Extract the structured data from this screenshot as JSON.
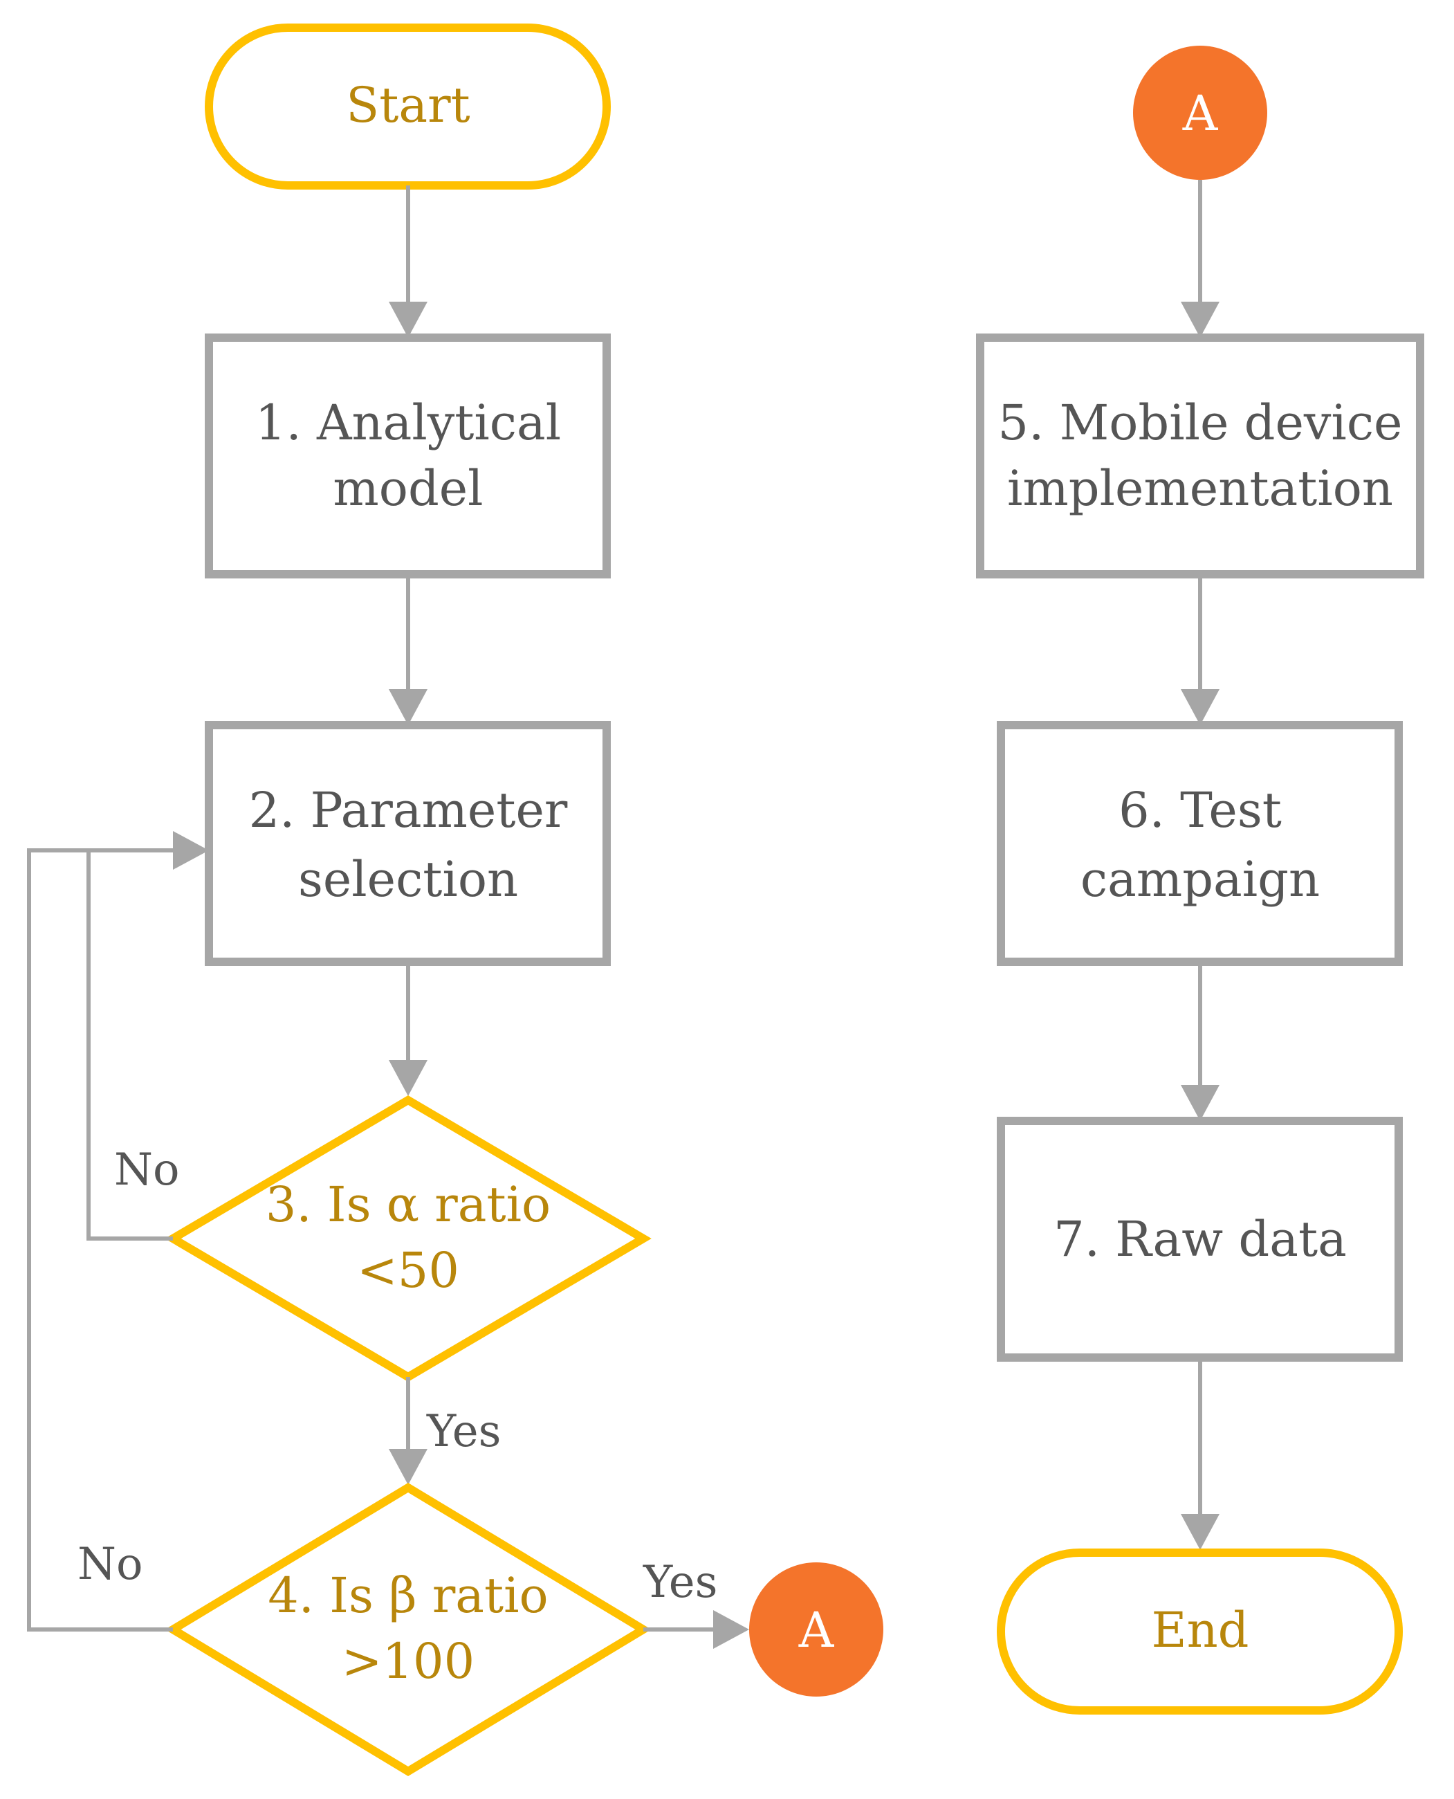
{
  "left_column": {
    "start": "Start",
    "step1": {
      "line1": "1. Analytical",
      "line2": "model"
    },
    "step2": {
      "line1": "2. Parameter",
      "line2": "selection"
    },
    "decision3": {
      "line1": "3. Is α ratio",
      "line2": "<50"
    },
    "decision4": {
      "line1": "4. Is β ratio",
      "line2": ">100"
    },
    "connector_out": "A"
  },
  "right_column": {
    "connector_in": "A",
    "step5": {
      "line1": "5. Mobile device",
      "line2": "implementation"
    },
    "step6": {
      "line1": "6. Test",
      "line2": "campaign"
    },
    "step7": "7. Raw data",
    "end": "End"
  },
  "edge_labels": {
    "d3_no": "No",
    "d3_yes": "Yes",
    "d4_no": "No",
    "d4_yes": "Yes"
  },
  "colors": {
    "terminal_stroke": "#ffc000",
    "process_stroke": "#a6a6a6",
    "decision_stroke": "#ffc000",
    "connector_fill": "#f4742b",
    "arrow": "#a6a6a6",
    "process_text": "#555555",
    "gold_text": "#b8860b"
  }
}
